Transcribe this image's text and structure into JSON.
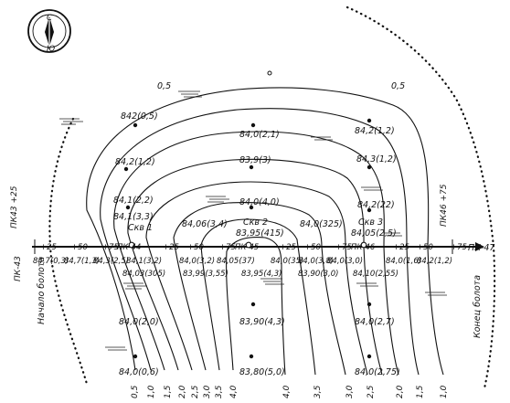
{
  "compass": {
    "north": "С",
    "south": "Ю"
  },
  "pickets": {
    "left": "ПК-43",
    "left_plus": "ПК43 +25",
    "right_plus": "ПК46 +75",
    "right": "ПК-47"
  },
  "side_labels": {
    "start": "Начало болота",
    "end": "Конец болота"
  },
  "stations_top": [
    "+25",
    "+50",
    "+75",
    "+25",
    "+50",
    "+75",
    "+25",
    "+50",
    "+75",
    "+25",
    "+50",
    "+75"
  ],
  "station_pk": [
    "ПК-44",
    "ПК-45",
    "ПК-46"
  ],
  "wells": [
    "Скв 1",
    "Скв 2",
    "Скв 3"
  ],
  "points_above": [
    "842(0,5)",
    "84,0(2,1)",
    "84,2(1,2)",
    "84,2(1,2)",
    "83,9(3)",
    "84,3(1,2)",
    "84,1(2,2)",
    "84,0(4,0)",
    "84,2(22)",
    "84,1(3,3)",
    "84,06(3,4)",
    "83,95(415)",
    "84,0(325)",
    "84,05(2,5)"
  ],
  "points_below": [
    "84,1(3,2)",
    "84,0(3,2)",
    "84,05(37)",
    "84,0(35)",
    "84,0(3,8)",
    "84,0(3,0)",
    "84,0(1,6)",
    "84,2(1,2)",
    "84,03(305)",
    "83,99(3,55)",
    "83,95(4,3)",
    "83,90(3,0)",
    "84,10(2,55)",
    "84,0(2,0)",
    "83,90(4,3)",
    "84,0(2,7)",
    "84,0(0,6)",
    "83,80(5,0)",
    "84,0(2,75)"
  ],
  "chainage_values": [
    "84,7(0,3)",
    "84,7(1,3)",
    "84,3(2,5)"
  ],
  "contour_labels_top": [
    "0,5",
    "0,5"
  ],
  "contour_labels_bottom": [
    "0,5",
    "1,0",
    "1,5",
    "2,0",
    "2,5",
    "3,0",
    "3,5",
    "4,0",
    "4,0",
    "3,5",
    "3,0",
    "2,5",
    "2,0",
    "1,5",
    "1,0"
  ]
}
